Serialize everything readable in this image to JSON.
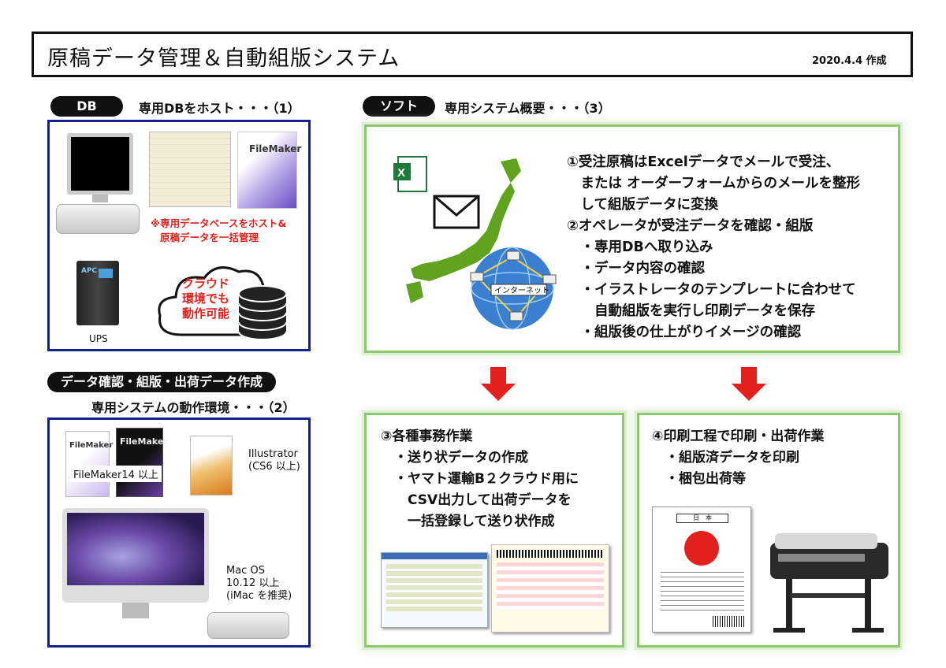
{
  "header": {
    "title": "原稿データ管理＆自動組版システム",
    "date": "2020.4.4 作成"
  },
  "db": {
    "pill": "DB",
    "heading": "専用DBをホスト・・・（1）",
    "note_line1": "※専用データベースをホスト&",
    "note_line2": "原稿データを一括管理",
    "filemaker_box": "FileMaker",
    "cloud_line1": "クラウド",
    "cloud_line2": "環境でも",
    "cloud_line3": "動作可能",
    "ups_label": "UPS",
    "ups_brand": "APC"
  },
  "env": {
    "pill": "データ確認・組版・出荷データ作成",
    "heading": "専用システムの動作環境・・・（2）",
    "fm_box1": "FileMaker",
    "fm_box2": "FileMaker",
    "fm_label": "FileMaker14 以上",
    "ai_line1": "Illustrator",
    "ai_line2": "(CS6 以上)",
    "mac_line1": "Mac OS",
    "mac_line2": "10.12 以上",
    "mac_line3": "(iMac を推奨)"
  },
  "soft": {
    "pill": "ソフト",
    "heading": "専用システム概要・・・（3）",
    "network_label": "インターネット",
    "lines": [
      "①受注原稿はExcelデータでメールで受注、",
      "　または オーダーフォームからのメールを整形",
      "　して組版データに変換",
      "②オペレータが受注データを確認・組版",
      "　・専用DBへ取り込み",
      "　・データ内容の確認",
      "　・イラストレータのテンプレートに合わせて",
      "　　自動組版を実行し印刷データを保存",
      "　・組版後の仕上がりイメージの確認"
    ]
  },
  "office": {
    "lines": [
      "③各種事務作業",
      "　・送り状データの作成",
      "　・ヤマト運輸B２クラウド用に",
      "　　CSV出力して出荷データを",
      "　　一括登録して送り状作成"
    ]
  },
  "print": {
    "lines": [
      "④印刷工程で印刷・出荷作業",
      "　・組版済データを印刷",
      "　・梱包出荷等"
    ],
    "doc_title": "日　本"
  },
  "colors": {
    "accent_red": "#e2211c",
    "db_border": "#16208c",
    "green_border": "#8bc96c",
    "excel_green": "#1e7a3a",
    "japan_green": "#5fa31f"
  }
}
